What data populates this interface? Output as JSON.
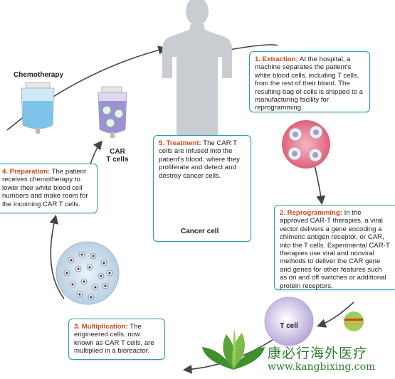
{
  "labels": {
    "chemotherapy": "Chemotherapy",
    "car_t_cells": "CAR\nT cells",
    "cancer_cell": "Cancer cell",
    "t_cell": "T cell"
  },
  "steps": [
    {
      "heading": "1. Extraction:",
      "text": " At the hospital, a machine separates the patient’s white blood cells, including T cells, from the rest of their blood. The resulting bag of cells is shipped to a manufacturing facility for reprogramming."
    },
    {
      "heading": "2. Reprogramming:",
      "text": " In the approved CAR-T therapies, a viral vector delivers a gene encoding a chimeric antigen receptor, or CAR, into the T cells. Experimental CAR-T therapies use viral and nonviral methods to deliver the CAR gene and genes for other features such as on and off switches or additional protein receptors."
    },
    {
      "heading": "3. Multiplication:",
      "text": " The engineered cells, now known as CAR T cells, are multiplied in a bioreactor."
    },
    {
      "heading": "4. Preparation:",
      "text": " The patient receives chemotherapy to lower their white blood cell numbers and make room for the incoming CAR T cells."
    },
    {
      "heading": "5. Treatment:",
      "text": " The CAR T cells are infused into the patient’s blood, where they proliferate and detect and destroy cancer cells."
    }
  ],
  "watermark": {
    "chinese": "康必行海外医疗",
    "url": "www.kangbixing.com"
  },
  "colors": {
    "accent_heading": "#d0451b",
    "box_border": "#2a9fb4",
    "watermark_green": "#2e7d2e"
  }
}
